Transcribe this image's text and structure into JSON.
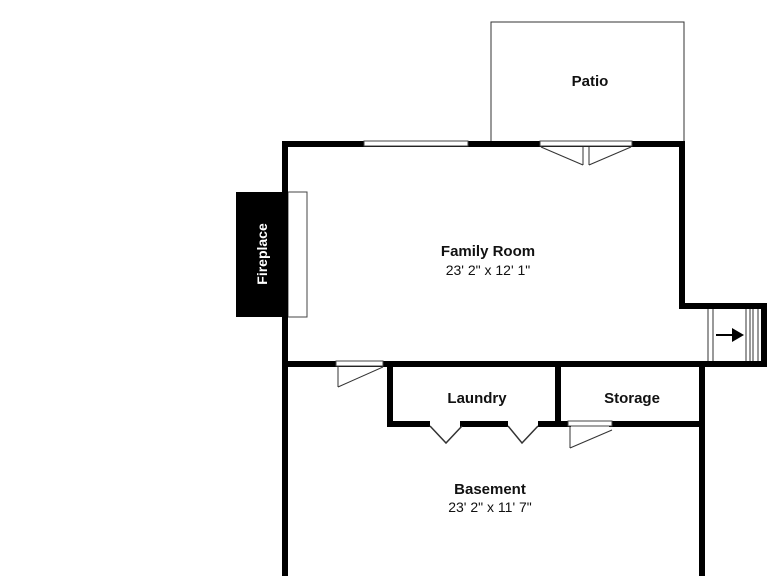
{
  "rooms": {
    "patio": {
      "name": "Patio"
    },
    "family_room": {
      "name": "Family Room",
      "dimensions": "23' 2\" x 12' 1\""
    },
    "fireplace": {
      "name": "Fireplace"
    },
    "laundry": {
      "name": "Laundry"
    },
    "storage": {
      "name": "Storage"
    },
    "basement": {
      "name": "Basement",
      "dimensions": "23' 2\" x 11' 7\""
    }
  }
}
